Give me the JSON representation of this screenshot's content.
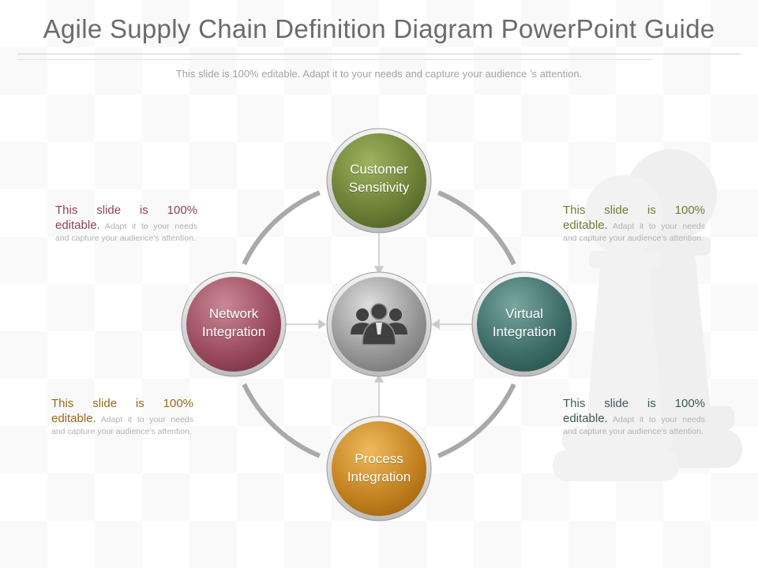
{
  "title": "Agile Supply Chain Definition Diagram PowerPoint Guide",
  "subtitle": "This slide is 100% editable. Adapt it to your needs and capture your  audience ’s attention.",
  "nodes": {
    "top": {
      "line1": "Customer",
      "line2": "Sensitivity",
      "color": "#6b7f35"
    },
    "left": {
      "line1": "Network",
      "line2": "Integration",
      "color": "#9a4a5c"
    },
    "right": {
      "line1": "Virtual",
      "line2": "Integration",
      "color": "#3c6c67"
    },
    "bottom": {
      "line1": "Process",
      "line2": "Integration",
      "color": "#c2801f"
    },
    "center": {
      "icon": "people-group-icon",
      "color": "#8a8a8a"
    }
  },
  "callouts": {
    "top_left": {
      "lead": "This slide is 100% editable.",
      "body": "Adapt it to your needs and capture your audience’s attention.",
      "color": "#8e4457"
    },
    "top_right": {
      "lead": "This slide is 100% editable.",
      "body": "Adapt it to your needs and capture your audience’s attention.",
      "color": "#6f7d35"
    },
    "bottom_left": {
      "lead": "This slide is 100% editable.",
      "body": "Adapt it to your needs and capture your audience’s attention.",
      "color": "#9a6a1c"
    },
    "bottom_right": {
      "lead": "This slide is 100% editable.",
      "body": "Adapt it to your needs and capture your audience’s attention.",
      "color": "#3d5a5a"
    }
  },
  "colors": {
    "ring": "#a9a9a9",
    "connector": "#c9c9c9",
    "title": "#6b6b6b"
  },
  "decoration": "chess-pawn-watermark-icon"
}
